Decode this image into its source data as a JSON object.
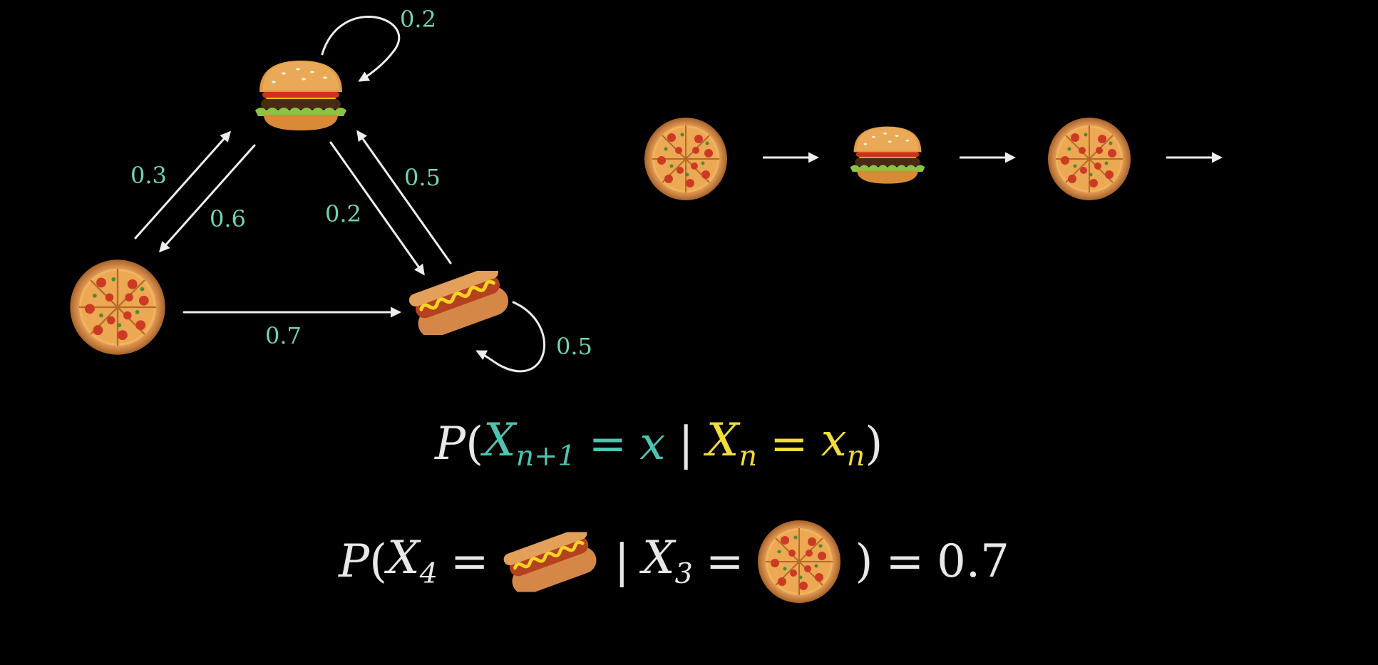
{
  "colors": {
    "background": "#000000",
    "edge_label": "#6fd6b2",
    "arrow": "#eeeeee",
    "teal_term": "#4fc3b0",
    "yellow_term": "#f0dc3a"
  },
  "nodes": [
    {
      "id": "burger",
      "icon": "burger-icon"
    },
    {
      "id": "pizza",
      "icon": "pizza-icon"
    },
    {
      "id": "hotdog",
      "icon": "hotdog-icon"
    }
  ],
  "transitions": [
    {
      "from": "burger",
      "to": "burger",
      "p": "0.2"
    },
    {
      "from": "pizza",
      "to": "burger",
      "p": "0.3"
    },
    {
      "from": "burger",
      "to": "pizza",
      "p": "0.6"
    },
    {
      "from": "burger",
      "to": "hotdog",
      "p": "0.2"
    },
    {
      "from": "hotdog",
      "to": "burger",
      "p": "0.5"
    },
    {
      "from": "pizza",
      "to": "hotdog",
      "p": "0.7"
    },
    {
      "from": "hotdog",
      "to": "hotdog",
      "p": "0.5"
    }
  ],
  "sequence": [
    "pizza-icon",
    "burger-icon",
    "pizza-icon"
  ],
  "formula_general": {
    "P": "P",
    "open": "(",
    "X": "X",
    "sub_next": "n+1",
    "eq": "=",
    "x": "x",
    "bar": "|",
    "Xn": "X",
    "sub_n": "n",
    "eq2": "=",
    "xn": "x",
    "sub_xn": "n",
    "close": ")"
  },
  "formula_example": {
    "P": "P",
    "open": "(",
    "X4": "X",
    "sub4": "4",
    "eq": "=",
    "bar": "|",
    "X3": "X",
    "sub3": "3",
    "eq2": "=",
    "close": ")",
    "eq3": "=",
    "value": "0.7"
  }
}
